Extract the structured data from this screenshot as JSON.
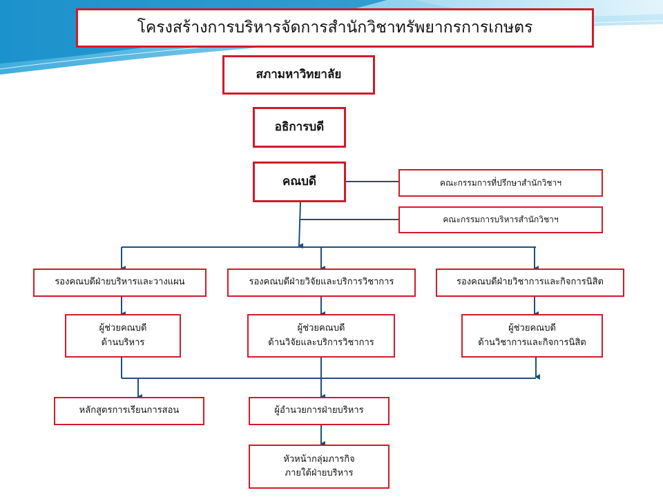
{
  "title": "โครงสร้างการบริหารจัดการสำนักวิชาทรัพยากรการเกษตร",
  "council": "สภามหาวิทยาลัย",
  "president": "อธิการบดี",
  "dean": "คณบดี",
  "advisory_committee": "คณะกรรมการที่ปรึกษาสำนักวิชาฯ",
  "admin_committee": "คณะกรรมการบริหารสำนักวิชาฯ",
  "vice_deans": [
    "รองคณบดีฝ่ายบริหารและวางแผน",
    "รองคณบดีฝ่ายวิจัยและบริการวิชาการ",
    "รองคณบดีฝ่ายวิชาการและกิจการนิสิต"
  ],
  "assistant_deans": [
    {
      "line1": "ผู้ช่วยคณบดี",
      "line2": "ด้านบริหาร"
    },
    {
      "line1": "ผู้ช่วยคณบดี",
      "line2": "ด้านวิจัยและบริการวิชาการ"
    },
    {
      "line1": "ผู้ช่วยคณบดี",
      "line2": "ด้านวิชาการและกิจการนิสิต"
    }
  ],
  "curriculum": "หลักสูตรการเรียนการสอน",
  "admin_director": "ผู้อำนวยการฝ่ายบริหาร",
  "mission_head": {
    "line1": "หัวหน้ากลุ่มภารกิจ",
    "line2": "ภายใต้ฝ่ายบริหาร"
  },
  "colors": {
    "box_border": "#d11a2a",
    "connector": "#1f4e79"
  }
}
